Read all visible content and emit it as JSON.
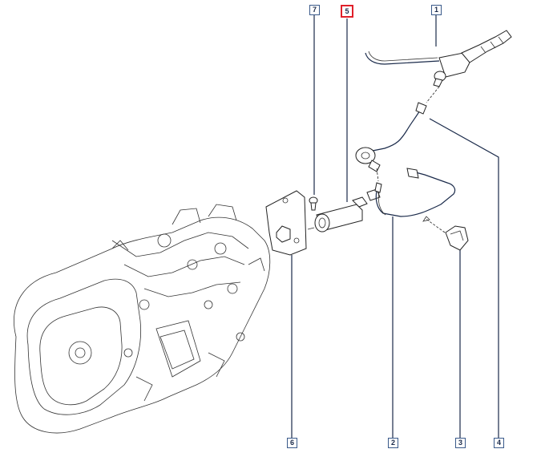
{
  "callouts": [
    {
      "id": "callout-1",
      "label": "1",
      "active": false
    },
    {
      "id": "callout-2",
      "label": "2",
      "active": false
    },
    {
      "id": "callout-3",
      "label": "3",
      "active": false
    },
    {
      "id": "callout-4",
      "label": "4",
      "active": false
    },
    {
      "id": "callout-5",
      "label": "5",
      "active": true
    },
    {
      "id": "callout-6",
      "label": "6",
      "active": false
    },
    {
      "id": "callout-7",
      "label": "7",
      "active": false
    }
  ],
  "colors": {
    "leader_line": "#1a2a4a",
    "active_highlight": "#e0202a",
    "callout_border": "#3a5a8a"
  }
}
